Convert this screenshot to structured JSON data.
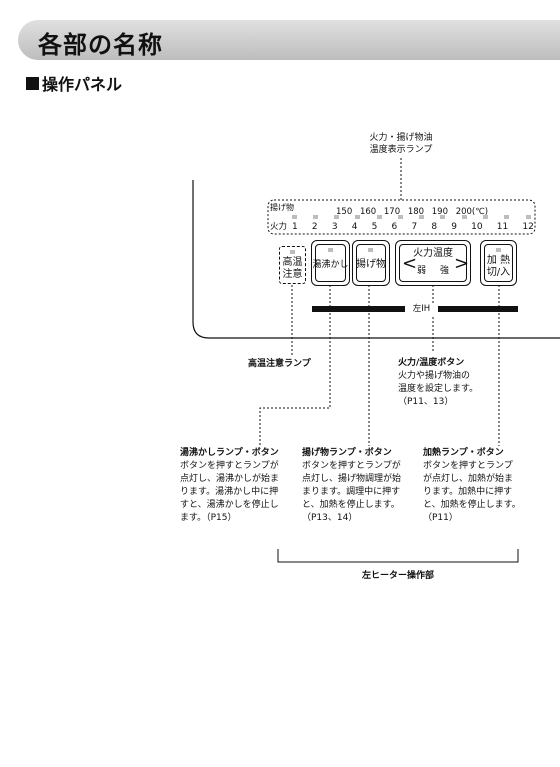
{
  "header": {
    "title": "各部の名称"
  },
  "section": {
    "title": "操作パネル"
  },
  "top_label": {
    "line1": "火力・揚げ物油",
    "line2": "温度表示ランプ"
  },
  "scale": {
    "row1_label": "揚げ物",
    "temps": [
      "150",
      "160",
      "170",
      "180",
      "190",
      "200(℃)"
    ],
    "row2_label": "火力",
    "levels": [
      "1",
      "2",
      "3",
      "4",
      "5",
      "6",
      "7",
      "8",
      "9",
      "10",
      "11",
      "12"
    ]
  },
  "panel": {
    "warning_label": [
      "高温",
      "注意"
    ],
    "boil_button": "湯沸かし",
    "fry_button": "揚げ物",
    "power_title": "火力温度",
    "power_weak": "弱",
    "power_strong": "強",
    "heat_button": [
      "加 熱",
      "切/入"
    ],
    "left_ih": "左IH"
  },
  "callouts": {
    "warning_lamp": "高温注意ランプ",
    "power_button": {
      "title": "火力/温度ボタン",
      "lines": [
        "火力や揚げ物油の",
        "温度を設定します。",
        "（P11、13）"
      ]
    },
    "boil": {
      "title": "湯沸かしランプ・ボタン",
      "lines": [
        "ボタンを押すとランプが",
        "点灯し、湯沸かしが始ま",
        "ります。湯沸かし中に押",
        "すと、湯沸かしを停止し",
        "ます。（P15）"
      ]
    },
    "fry": {
      "title": "揚げ物ランプ・ボタン",
      "lines": [
        "ボタンを押すとランプが",
        "点灯し、揚げ物調理が始",
        "まります。調理中に押す",
        "と、加熱を停止します。",
        "（P13、14）"
      ]
    },
    "heat": {
      "title": "加熱ランプ・ボタン",
      "lines": [
        "ボタンを押すとランプ",
        "が点灯し、加熱が始ま",
        "ります。加熱中に押す",
        "と、加熱を停止します。",
        "（P11）"
      ]
    }
  },
  "bracket_label": "左ヒーター操作部"
}
